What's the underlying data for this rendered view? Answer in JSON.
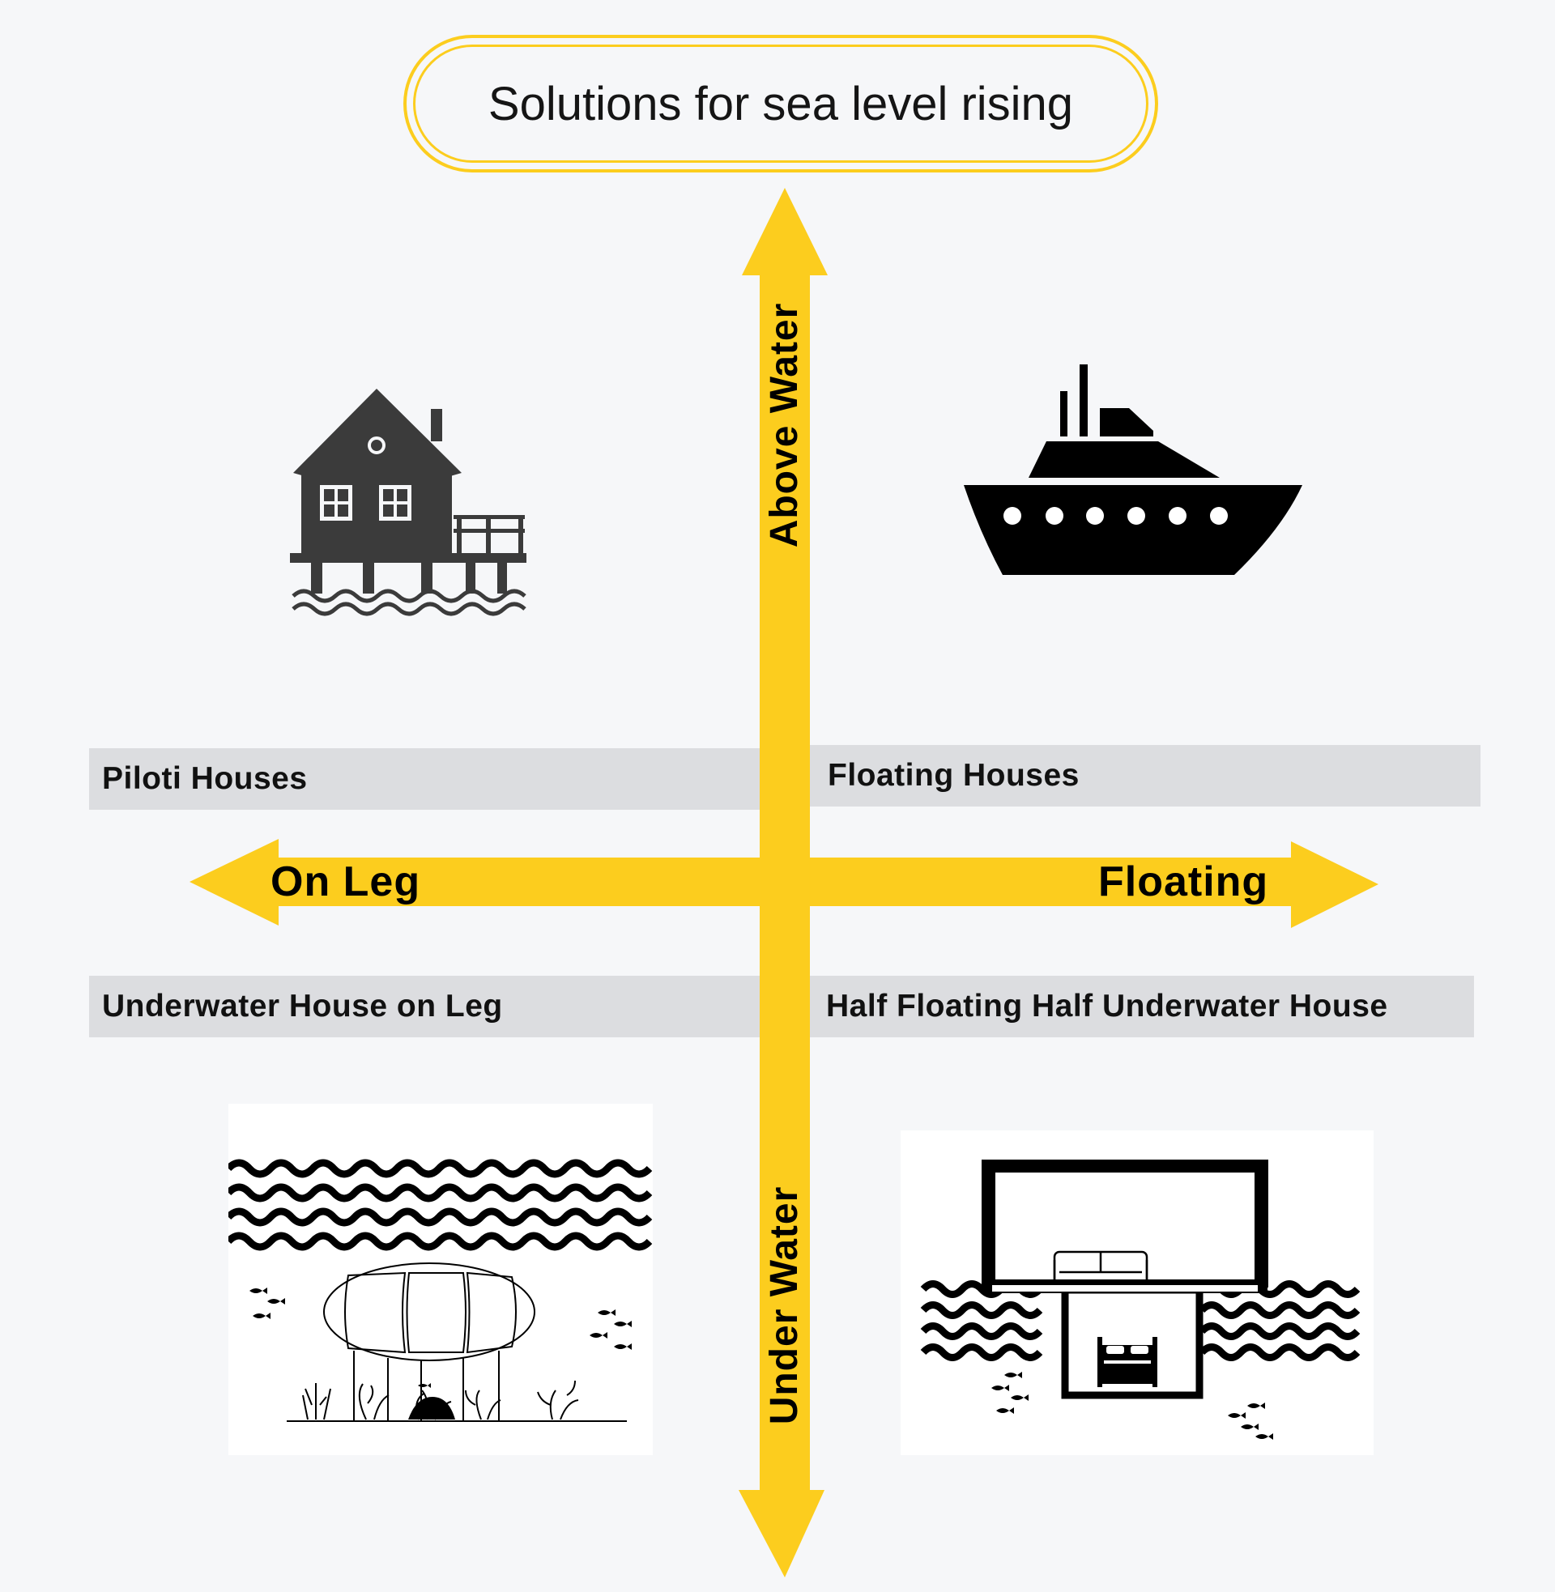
{
  "title": "Solutions for sea level rising",
  "axes": {
    "up": "Above Water",
    "down": "Under Water",
    "left": "On Leg",
    "right": "Floating"
  },
  "quadrants": {
    "top_left": {
      "label": "Piloti Houses",
      "icon": "stilt-house-icon"
    },
    "top_right": {
      "label": "Floating Houses",
      "icon": "ship-icon"
    },
    "bottom_left": {
      "label": "Underwater House on Leg",
      "icon": "underwater-pod-house-icon"
    },
    "bottom_right": {
      "label": "Half Floating Half Underwater House",
      "icon": "half-submerged-house-icon"
    }
  },
  "colors": {
    "accent": "#fccd1e",
    "band": "#dcdde0",
    "background": "#f6f7f9",
    "icon_dark": "#3b3b3b",
    "icon_black": "#000000"
  }
}
